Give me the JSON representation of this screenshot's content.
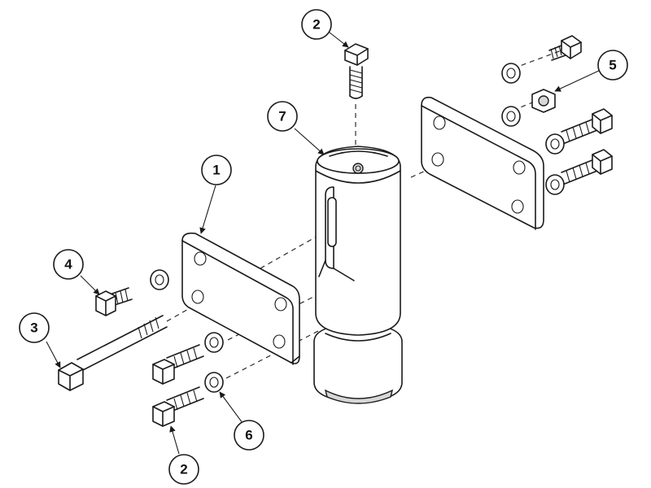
{
  "callouts": [
    {
      "id": "2a",
      "number": "2"
    },
    {
      "id": "7",
      "number": "7"
    },
    {
      "id": "5",
      "number": "5"
    },
    {
      "id": "1",
      "number": "1"
    },
    {
      "id": "4",
      "number": "4"
    },
    {
      "id": "3",
      "number": "3"
    },
    {
      "id": "6",
      "number": "6"
    },
    {
      "id": "2b",
      "number": "2"
    }
  ],
  "icons": [
    "hex-bolt-icon",
    "lock-washer-icon",
    "hex-nut-icon",
    "mounting-plate-icon",
    "cylindrical-body-icon"
  ],
  "colors": {
    "line": "#1a1a1a",
    "shade": "#d7d7d7"
  }
}
